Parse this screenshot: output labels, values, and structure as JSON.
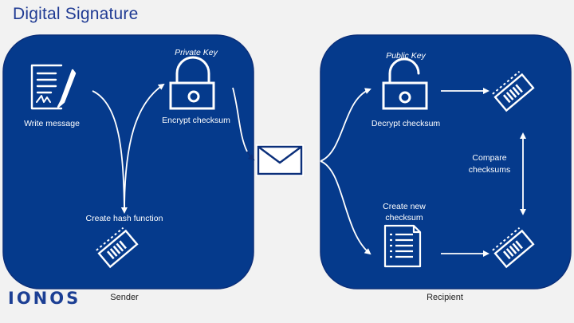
{
  "title": "Digital Signature",
  "sender_panel": {
    "write_message": "Write message",
    "private_key": "Private Key",
    "encrypt_checksum": "Encrypt checksum",
    "create_hash_function": "Create hash function",
    "caption": "Sender"
  },
  "recipient_panel": {
    "public_key": "Public Key",
    "decrypt_checksum": "Decrypt checksum",
    "compare_line1": "Compare",
    "compare_line2": "checksums",
    "create_new_line1": "Create new",
    "create_new_line2": "checksum",
    "caption": "Recipient"
  },
  "logo": "IONOS",
  "colors": {
    "panel": "#053a8c",
    "panel_border": "#0b2f7a",
    "icon": "#ffffff",
    "title": "#1f3a93",
    "page": "#f2f2f2"
  },
  "icons": [
    "document-pen-icon",
    "padlock-icon",
    "checksum-ticket-icon",
    "envelope-icon",
    "checksum-document-icon"
  ]
}
